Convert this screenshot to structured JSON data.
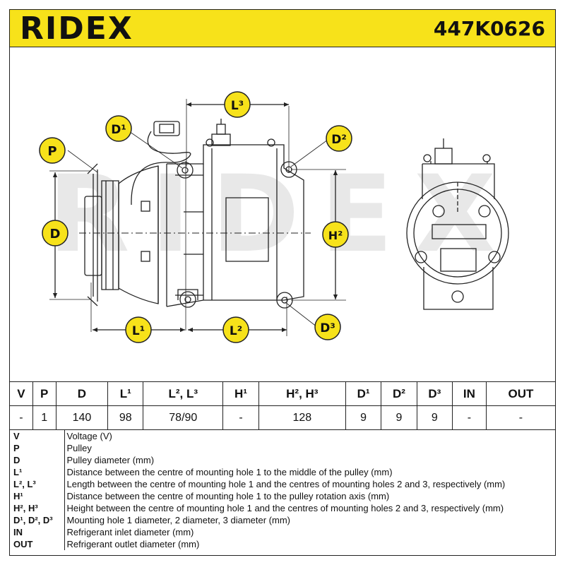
{
  "header": {
    "brand": "RIDEX",
    "part_number": "447K0626",
    "background_color": "#f7e21a"
  },
  "diagram": {
    "labels": {
      "P": "P",
      "D": "D",
      "D1": "D¹",
      "D2": "D²",
      "D3": "D³",
      "L1": "L¹",
      "L2": "L²",
      "L3": "L³",
      "H2": "H²"
    },
    "watermark": "RIDEX",
    "label_color": "#f7e21a"
  },
  "spec_table": {
    "headers": [
      "V",
      "P",
      "D",
      "L¹",
      "L², L³",
      "H¹",
      "H², H³",
      "D¹",
      "D²",
      "D³",
      "IN",
      "OUT"
    ],
    "values": [
      "-",
      "1",
      "140",
      "98",
      "78/90",
      "-",
      "128",
      "9",
      "9",
      "9",
      "-",
      "-"
    ]
  },
  "legend": [
    {
      "key": "V",
      "desc": "Voltage (V)"
    },
    {
      "key": "P",
      "desc": "Pulley"
    },
    {
      "key": "D",
      "desc": "Pulley diameter (mm)"
    },
    {
      "key": "L¹",
      "desc": "Distance between the centre of mounting hole 1 to the middle of the pulley (mm)"
    },
    {
      "key": "L², L³",
      "desc": "Length between the centre of mounting hole 1 and the centres of mounting holes 2 and 3, respectively (mm)"
    },
    {
      "key": "H¹",
      "desc": "Distance between the centre of mounting hole 1 to the pulley rotation axis (mm)"
    },
    {
      "key": "H², H³",
      "desc": "Height between the centre of mounting hole 1 and the centres of mounting holes 2 and 3, respectively (mm)"
    },
    {
      "key": "D¹, D², D³",
      "desc": "Mounting hole 1 diameter, 2 diameter, 3 diameter (mm)"
    },
    {
      "key": "IN",
      "desc": "Refrigerant inlet diameter (mm)"
    },
    {
      "key": "OUT",
      "desc": "Refrigerant outlet diameter (mm)"
    }
  ]
}
